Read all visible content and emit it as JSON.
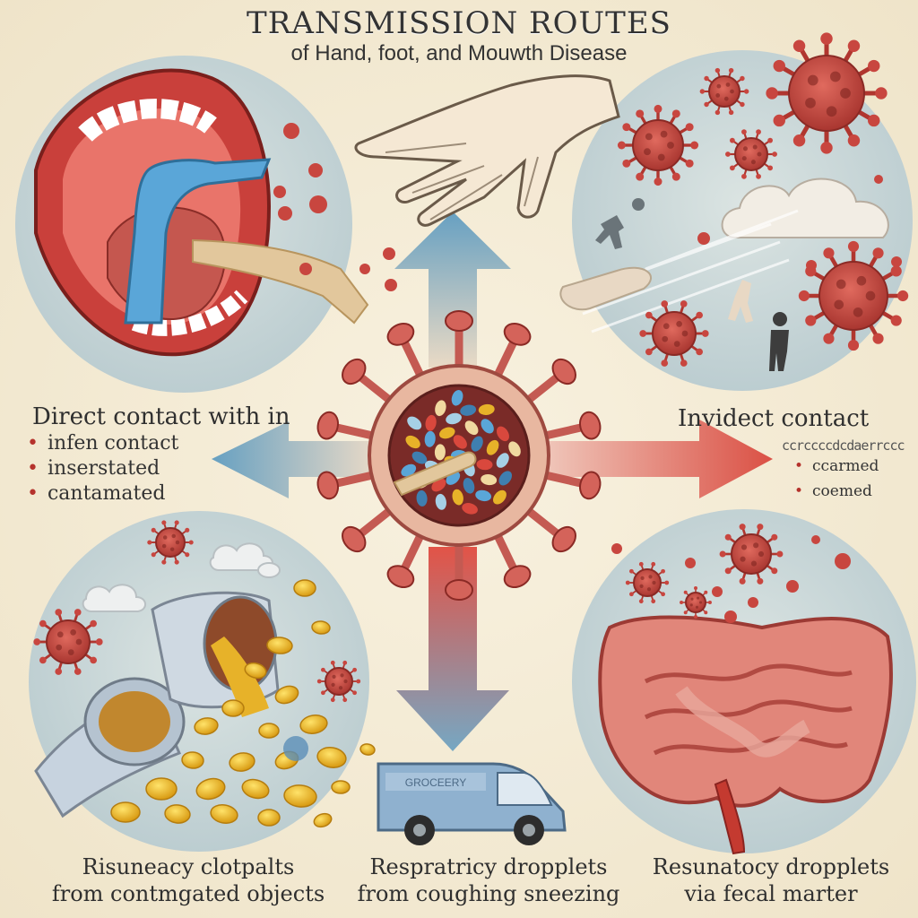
{
  "title": "TRANSMISSION ROUTES",
  "subtitle": "of Hand, foot, and Mouwth Disease",
  "left_panel": {
    "heading": "Direct contact with in",
    "bullets": [
      "infen contact",
      "inserstated",
      "cantamated"
    ]
  },
  "right_panel": {
    "heading": "Invidect contact",
    "scribble": "ccrccccdcdaerrccc",
    "bullets": [
      "ccarmed",
      "coemed"
    ]
  },
  "captions": {
    "bottom_left": [
      "Risuneacy clotpalts",
      "from contmgated objects"
    ],
    "bottom_center": [
      "Respratricy dropplets",
      "from coughing sneezing"
    ],
    "bottom_right": [
      "Resunatocy dropplets",
      "via fecal marter"
    ]
  },
  "van_sign": "GROCEERY",
  "colors": {
    "background": "#f4ecd8",
    "circle_fill": "#c9d6d8",
    "virus_red": "#c8463f",
    "arrow_blue": "#6fa4c2",
    "arrow_red": "#d9483d",
    "bullet_red": "#b5322c"
  },
  "icons": [
    "virus-icon",
    "hand-icon",
    "mouth-icon",
    "cloud-icon",
    "pipe-icon",
    "intestine-icon",
    "van-icon",
    "arrow-icon"
  ]
}
